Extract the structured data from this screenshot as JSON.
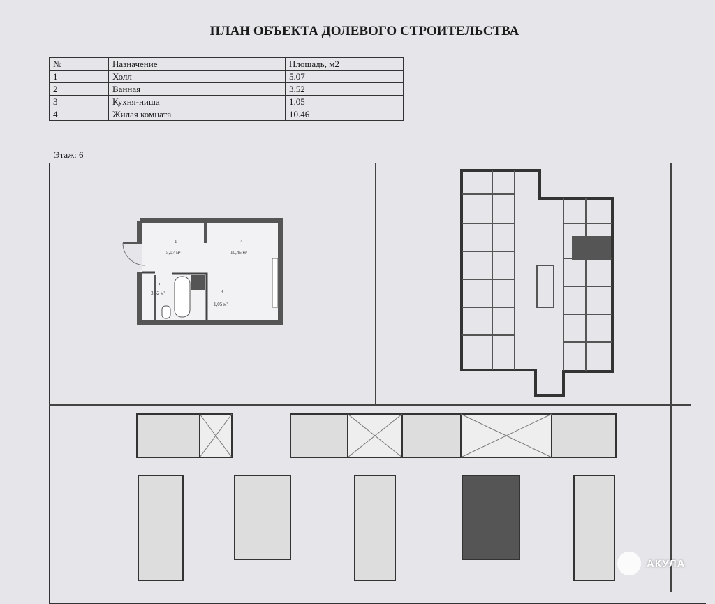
{
  "title": "ПЛАН ОБЪЕКТА ДОЛЕВОГО СТРОИТЕЛЬСТВА",
  "table": {
    "headers": [
      "№",
      "Назначение",
      "Площадь, м2"
    ],
    "rows": [
      [
        "1",
        "Холл",
        "5.07"
      ],
      [
        "2",
        "Ванная",
        "3.52"
      ],
      [
        "3",
        "Кухня-ниша",
        "1.05"
      ],
      [
        "4",
        "Жилая комната",
        "10.46"
      ]
    ]
  },
  "floor_label": "Этаж: 6",
  "plan": {
    "rooms": [
      {
        "num": "1",
        "area": "5,07 м²"
      },
      {
        "num": "2",
        "area": "3,52 м²"
      },
      {
        "num": "3",
        "area": "1,05 м²"
      },
      {
        "num": "4",
        "area": "10,46 м²"
      }
    ]
  },
  "watermark": "АКУЛА"
}
